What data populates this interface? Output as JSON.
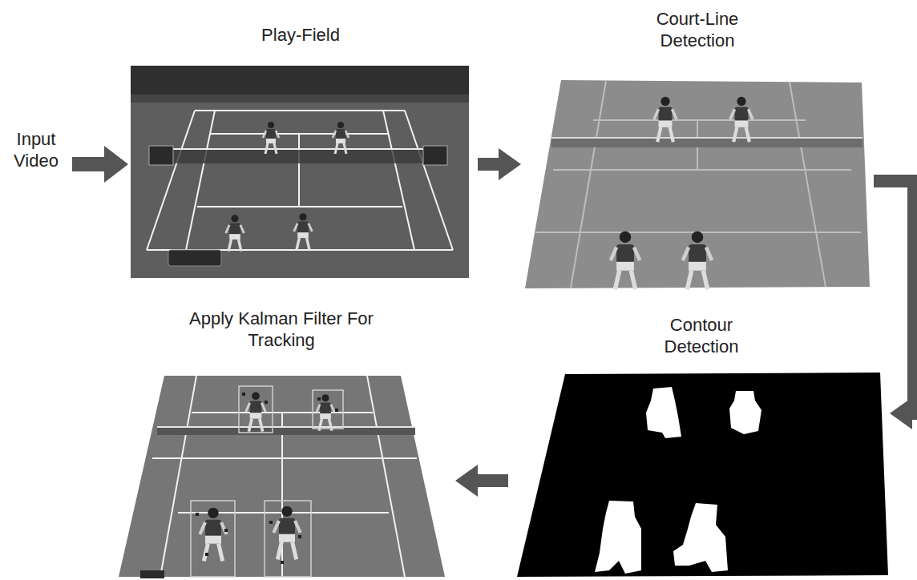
{
  "diagram": {
    "nodes": [
      {
        "text": [
          "Play-Field"
        ]
      },
      {
        "text": [
          "Court-Line Detection"
        ]
      },
      {
        "text": [
          "Contour Detection"
        ]
      },
      {
        "text": [
          "Apply Kalman Filter For Tracking"
        ]
      }
    ],
    "edges": [
      {
        "from": 0,
        "to": 1,
        "arrow": "to"
      },
      {
        "from": 1,
        "to": 2,
        "arrow": "to"
      },
      {
        "from": 2,
        "to": 3,
        "arrow": "to"
      }
    ],
    "labels": [
      "Input Video"
    ]
  }
}
